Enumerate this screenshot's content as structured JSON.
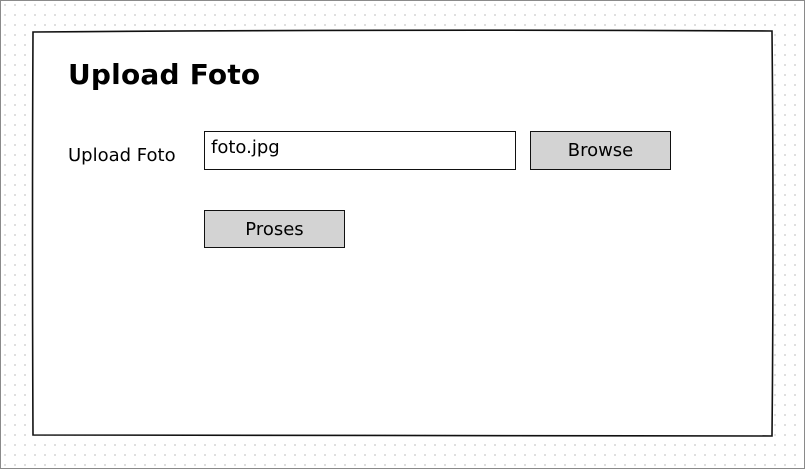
{
  "form": {
    "title": "Upload Foto",
    "field_label": "Upload Foto",
    "file_value": "foto.jpg",
    "browse_label": "Browse",
    "submit_label": "Proses"
  },
  "colors": {
    "button_fill": "#d3d3d3",
    "outline": "#111111",
    "background": "#ffffff"
  }
}
